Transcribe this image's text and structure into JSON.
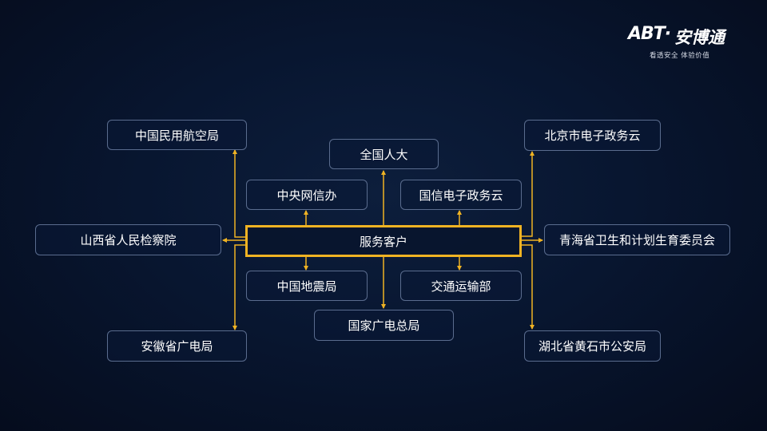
{
  "logo": {
    "mark": "ABT·",
    "name": "安博通",
    "slogan": "看透安全  体验价值"
  },
  "diagram": {
    "center": "服务客户",
    "nodes": {
      "caac": "中国民用航空局",
      "npc": "全国人大",
      "beijing": "北京市电子政务云",
      "cac": "中央网信办",
      "guoxin": "国信电子政务云",
      "shanxi": "山西省人民检察院",
      "qinghai": "青海省卫生和计划生育委员会",
      "cea": "中国地震局",
      "mot": "交通运输部",
      "nrta": "国家广电总局",
      "anhui": "安徽省广电局",
      "hubei": "湖北省黄石市公安局"
    }
  },
  "colors": {
    "accent": "#f0b323",
    "node_border": "#5a6c8e",
    "background": "#081630"
  }
}
